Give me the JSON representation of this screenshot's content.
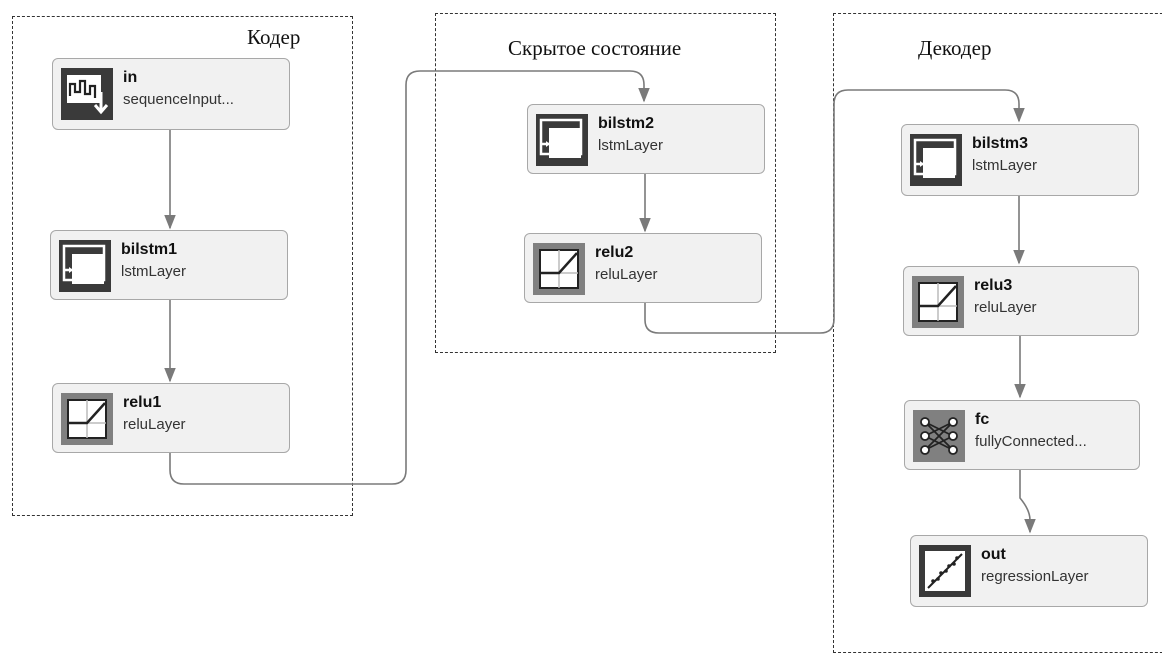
{
  "groups": {
    "encoder": {
      "title": "Кодер"
    },
    "latent": {
      "title": "Скрытое состояние"
    },
    "decoder": {
      "title": "Декодер"
    }
  },
  "layers": {
    "in": {
      "name": "in",
      "type": "sequenceInput...",
      "icon": "sequence-input-icon"
    },
    "bilstm1": {
      "name": "bilstm1",
      "type": "lstmLayer",
      "icon": "lstm-icon"
    },
    "relu1": {
      "name": "relu1",
      "type": "reluLayer",
      "icon": "relu-icon"
    },
    "bilstm2": {
      "name": "bilstm2",
      "type": "lstmLayer",
      "icon": "lstm-icon"
    },
    "relu2": {
      "name": "relu2",
      "type": "reluLayer",
      "icon": "relu-icon"
    },
    "bilstm3": {
      "name": "bilstm3",
      "type": "lstmLayer",
      "icon": "lstm-icon"
    },
    "relu3": {
      "name": "relu3",
      "type": "reluLayer",
      "icon": "relu-icon"
    },
    "fc": {
      "name": "fc",
      "type": "fullyConnected...",
      "icon": "fully-connected-icon"
    },
    "out": {
      "name": "out",
      "type": "regressionLayer",
      "icon": "regression-icon"
    }
  },
  "connections": [
    [
      "in",
      "bilstm1"
    ],
    [
      "bilstm1",
      "relu1"
    ],
    [
      "relu1",
      "bilstm2"
    ],
    [
      "bilstm2",
      "relu2"
    ],
    [
      "relu2",
      "bilstm3"
    ],
    [
      "bilstm3",
      "relu3"
    ],
    [
      "relu3",
      "fc"
    ],
    [
      "fc",
      "out"
    ]
  ],
  "colors": {
    "edge": "#7a7a7a",
    "node_fill": "#f1f1f1",
    "node_border": "#a8a8a8",
    "icon_dark": "#3a3a3a",
    "icon_mid": "#808080"
  }
}
